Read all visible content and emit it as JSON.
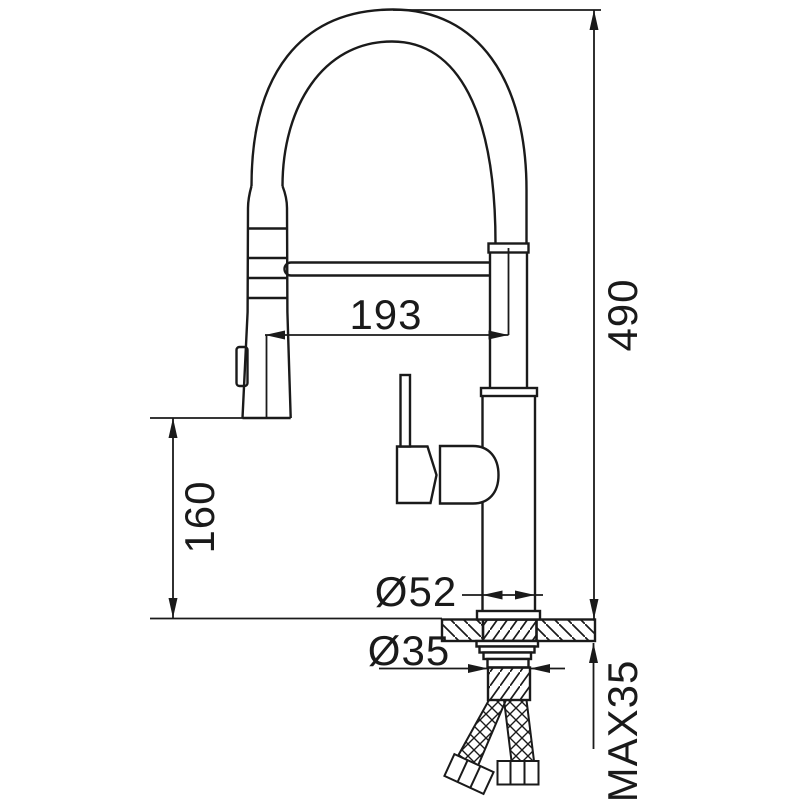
{
  "labels": {
    "spout_reach": "193",
    "overall_height": "490",
    "outlet_height": "160",
    "body_diameter": "Ø52",
    "shank_diameter": "Ø35",
    "max_counter_thickness": "MAX35"
  },
  "colors": {
    "line": "#1a1a1a",
    "background": "#ffffff"
  }
}
